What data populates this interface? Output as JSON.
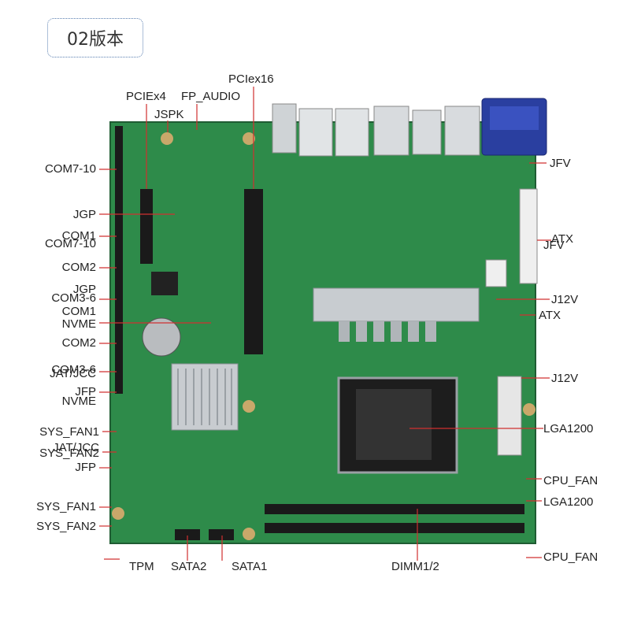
{
  "version_label": "02版本",
  "labels": {
    "pcie_x16": "PCIex16",
    "pcie_x4": "PCIEx4",
    "fp_audio": "FP_AUDIO",
    "jspk": "JSPK",
    "jfv": "JFV",
    "com7_10": "COM7-10",
    "jgp": "JGP",
    "com1": "COM1",
    "com2": "COM2",
    "com3_6": "COM3-6",
    "nvme": "NVME",
    "jat_jcc": "JAT/JCC",
    "jfp": "JFP",
    "sys_fan1": "SYS_FAN1",
    "sys_fan2": "SYS_FAN2",
    "atx": "ATX",
    "j12v": "J12V",
    "lga1200": "LGA1200",
    "cpu_fan": "CPU_FAN",
    "tpm": "TPM",
    "sata2": "SATA2",
    "sata1": "SATA1",
    "dimm": "DIMM1/2"
  },
  "colors": {
    "pcb": "#2e8b4a",
    "pcb_dark": "#226b38",
    "vga": "#2a3fa0",
    "heatsink": "#c8ccd0",
    "slot": "#1a1a1a"
  }
}
